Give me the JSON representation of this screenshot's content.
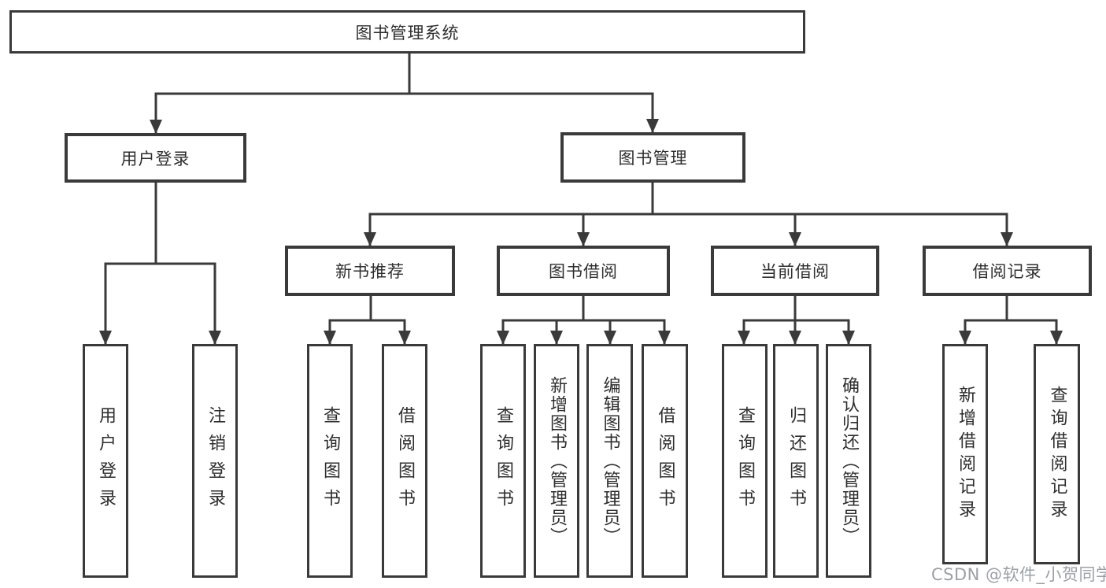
{
  "tree": {
    "root": {
      "label": "图书管理系统"
    },
    "children": [
      {
        "label": "用户登录",
        "children": [
          {
            "label": "用户登录"
          },
          {
            "label": "注销登录"
          }
        ]
      },
      {
        "label": "图书管理",
        "children": [
          {
            "label": "新书推荐",
            "children": [
              {
                "label": "查询图书"
              },
              {
                "label": "借阅图书"
              }
            ]
          },
          {
            "label": "图书借阅",
            "children": [
              {
                "label": "查询图书"
              },
              {
                "label": "新增图书（管理员）"
              },
              {
                "label": "编辑图书（管理员）"
              },
              {
                "label": "借阅图书"
              }
            ]
          },
          {
            "label": "当前借阅",
            "children": [
              {
                "label": "查询图书"
              },
              {
                "label": "归还图书"
              },
              {
                "label": "确认归还（管理员）"
              }
            ]
          },
          {
            "label": "借阅记录",
            "children": [
              {
                "label": "新增借阅记录"
              },
              {
                "label": "查询借阅记录"
              }
            ]
          }
        ]
      }
    ]
  },
  "watermark": {
    "text": "CSDN @软件_小贺同学"
  },
  "colors": {
    "line": "#3a3a3a",
    "text": "#2e2e2e",
    "watermark": "#8a8f99"
  }
}
